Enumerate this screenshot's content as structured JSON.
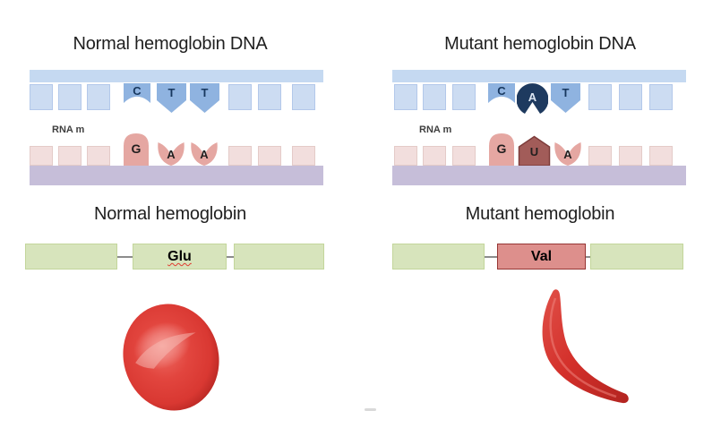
{
  "left_panel": {
    "dna_title": "Normal hemoglobin DNA",
    "rna_label": "RNA m",
    "dna_bases": [
      "C",
      "T",
      "T"
    ],
    "rna_bases": [
      "G",
      "A",
      "A"
    ],
    "protein_title": "Normal hemoglobin",
    "amino_acid": "Glu",
    "cell_icon": "normal-red-blood-cell"
  },
  "right_panel": {
    "dna_title": "Mutant hemoglobin DNA",
    "rna_label": "RNA m",
    "dna_bases": [
      "C",
      "A",
      "T"
    ],
    "rna_bases": [
      "G",
      "U",
      "A"
    ],
    "protein_title": "Mutant hemoglobin",
    "amino_acid": "Val",
    "cell_icon": "sickle-red-blood-cell"
  },
  "colors": {
    "title-text": "#1f1f1f",
    "dna-bar": "#c5d9f1",
    "dna-square": "#ccdcf2",
    "dna-square-border": "#b3c8ea",
    "dna-highlight": "#8fb3e0",
    "dna-dark": "#1e3a5f",
    "letter-blue": "#17375e",
    "rna-square": "#f2dedd",
    "rna-square-border": "#e4cbc8",
    "rna-highlight": "#e5a7a2",
    "rna-dark": "#a25c59",
    "rna-dark-border": "#7d3c3a",
    "purple-bar": "#c6bed9",
    "green-box": "#d7e4bc",
    "green-border": "#c3d69b",
    "red-box": "#dd8f8c",
    "red-border": "#963634",
    "cell-red": "#d93832",
    "cell-red-dark": "#b22420",
    "cell-red-light": "#f2928d"
  }
}
